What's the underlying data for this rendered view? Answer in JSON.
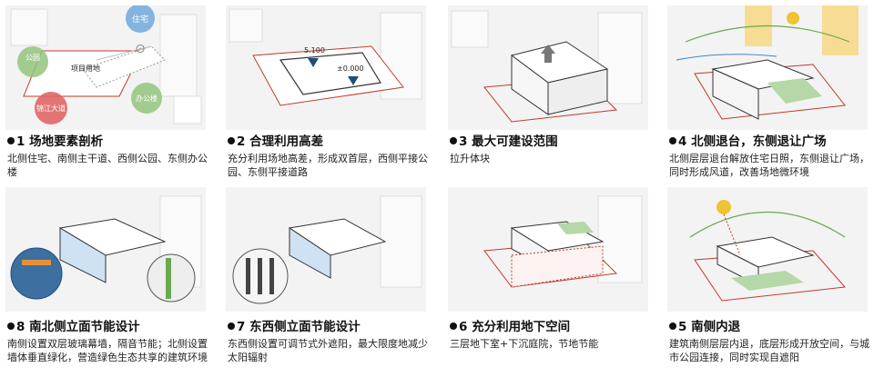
{
  "panels": [
    {
      "title": "1 场地要素剖析",
      "desc": "北侧住宅、南侧主干道、西侧公园、东侧办公楼"
    },
    {
      "title": "2 合理利用高差",
      "desc": "充分利用场地高差，形成双首层，西侧平接公园、东侧平接道路"
    },
    {
      "title": "3 最大可建设范围",
      "desc": "拉升体块"
    },
    {
      "title": "4 北侧退台，东侧退让广场",
      "desc": "北侧层层退台解放住宅日照，东侧退让广场，同时形成风道，改善场地微环境"
    },
    {
      "title": "8 南北侧立面节能设计",
      "desc": "南侧设置双层玻璃幕墙，隔音节能；北侧设置墙体垂直绿化，营造绿色生态共享的建筑环境"
    },
    {
      "title": "7 东西侧立面节能设计",
      "desc": "东西侧设置可调节式外遮阳，最大限度地减少太阳辐射"
    },
    {
      "title": "6 充分利用地下空间",
      "desc": "三层地下室+下沉庭院，节地节能"
    },
    {
      "title": "5 南侧内退",
      "desc": "建筑南侧层层内退，底层形成开放空间，与城市公园连接，同时实现自遮阳"
    }
  ],
  "labels1": {
    "residence": "住宅",
    "park": "公园",
    "site": "项目用地",
    "road": "锦江大道",
    "office": "办公楼"
  },
  "labels2": {
    "elev_high": "5.100",
    "elev_low": "±0.000"
  },
  "colors": {
    "residence": "#6fa8dc",
    "park": "#93c47d",
    "road": "#e06666",
    "office": "#93c47d",
    "site_line": "#c0392b",
    "sun": "#f1c232"
  }
}
